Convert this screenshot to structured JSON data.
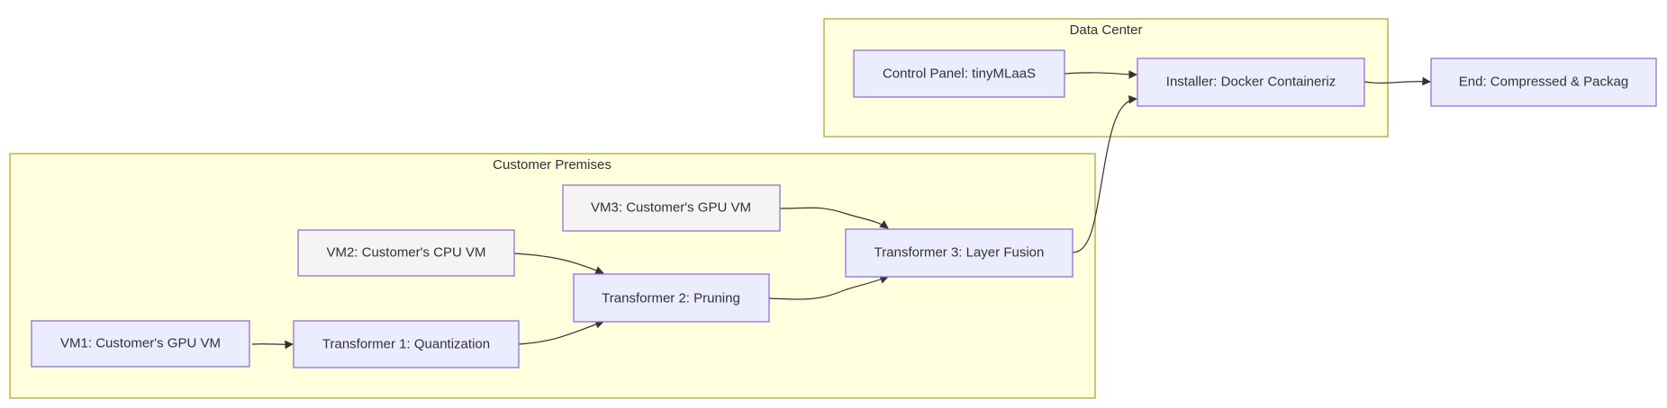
{
  "diagram": {
    "clusters": {
      "data_center": {
        "label": "Data Center"
      },
      "customer_premises": {
        "label": "Customer Premises"
      }
    },
    "nodes": {
      "control_panel": {
        "label": "Control Panel: tinyMLaaS"
      },
      "installer": {
        "label": "Installer: Docker Containeriz"
      },
      "end": {
        "label": "End: Compressed & Packag"
      },
      "vm1": {
        "label": "VM1: Customer's GPU VM"
      },
      "vm2": {
        "label": "VM2: Customer's CPU VM"
      },
      "vm3": {
        "label": "VM3: Customer's GPU VM"
      },
      "transformer1": {
        "label": "Transformer 1: Quantization"
      },
      "transformer2": {
        "label": "Transformer 2: Pruning"
      },
      "transformer3": {
        "label": "Transformer 3: Layer Fusion"
      }
    },
    "edges": [
      {
        "from": "control_panel",
        "to": "installer"
      },
      {
        "from": "installer",
        "to": "end"
      },
      {
        "from": "vm1",
        "to": "transformer1"
      },
      {
        "from": "transformer1",
        "to": "transformer2"
      },
      {
        "from": "vm2",
        "to": "transformer2"
      },
      {
        "from": "transformer2",
        "to": "transformer3"
      },
      {
        "from": "vm3",
        "to": "transformer3"
      },
      {
        "from": "transformer3",
        "to": "installer"
      }
    ],
    "colors": {
      "cluster_fill": "#ffffde",
      "cluster_stroke": "#aaaa33",
      "node_fill": "#ececff",
      "node_stroke": "#9370db",
      "edge": "#333333"
    }
  }
}
